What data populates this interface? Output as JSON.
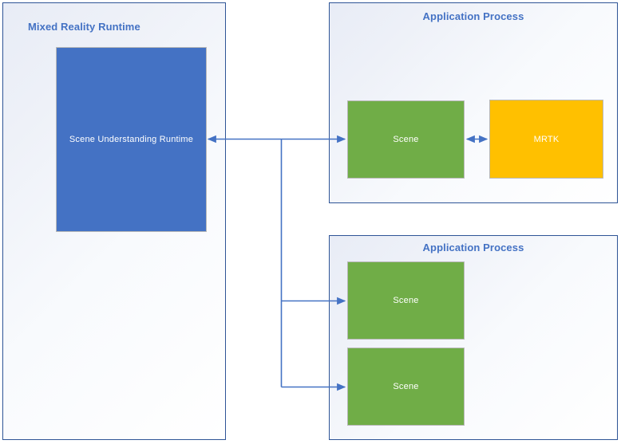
{
  "diagram": {
    "title_color": "#4472c4",
    "border_color": "#2e5496",
    "connector_color": "#4472c4"
  },
  "panels": [
    {
      "id": "mixed-reality-runtime",
      "title": "Mixed Reality Runtime"
    },
    {
      "id": "application-process-1",
      "title": "Application Process"
    },
    {
      "id": "application-process-2",
      "title": "Application Process"
    }
  ],
  "boxes": [
    {
      "id": "scene-understanding-runtime",
      "label": "Scene Understanding Runtime",
      "color": "#4472c4"
    },
    {
      "id": "scene-top",
      "label": "Scene",
      "color": "#70ad47"
    },
    {
      "id": "mrtk",
      "label": "MRTK",
      "color": "#ffc000"
    },
    {
      "id": "scene-mid",
      "label": "Scene",
      "color": "#70ad47"
    },
    {
      "id": "scene-bottom",
      "label": "Scene",
      "color": "#70ad47"
    }
  ],
  "connectors": [
    {
      "id": "runtime-to-scene-top",
      "from": "scene-understanding-runtime",
      "to": "scene-top",
      "arrows": "both"
    },
    {
      "id": "runtime-to-scene-mid",
      "from": "scene-understanding-runtime",
      "to": "scene-mid",
      "arrows": "end"
    },
    {
      "id": "runtime-to-scene-bottom",
      "from": "scene-understanding-runtime",
      "to": "scene-bottom",
      "arrows": "end"
    },
    {
      "id": "scene-top-to-mrtk",
      "from": "scene-top",
      "to": "mrtk",
      "arrows": "both"
    }
  ]
}
